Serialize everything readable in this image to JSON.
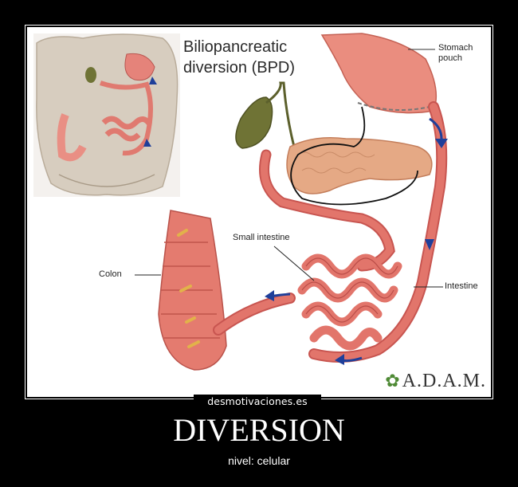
{
  "diagram": {
    "title_line1": "Biliopancreatic",
    "title_line2": "diversion (BPD)",
    "labels": {
      "stomach_pouch_line1": "Stomach",
      "stomach_pouch_line2": "pouch",
      "small_intestine": "Small intestine",
      "colon": "Colon",
      "intestine": "Intestine"
    },
    "logo_text": "A.D.A.M."
  },
  "watermark": "desmotivaciones.es",
  "poster": {
    "title": "DIVERSION",
    "subtitle": "nivel: celular"
  },
  "colors": {
    "background": "#000000",
    "panel": "#ffffff",
    "intestine": "#e2756b",
    "intestine_dark": "#c85550",
    "pancreas": "#e5a985",
    "gallbladder": "#6f7335",
    "arrow": "#1f3f9a",
    "skin": "#d7cdbf"
  }
}
